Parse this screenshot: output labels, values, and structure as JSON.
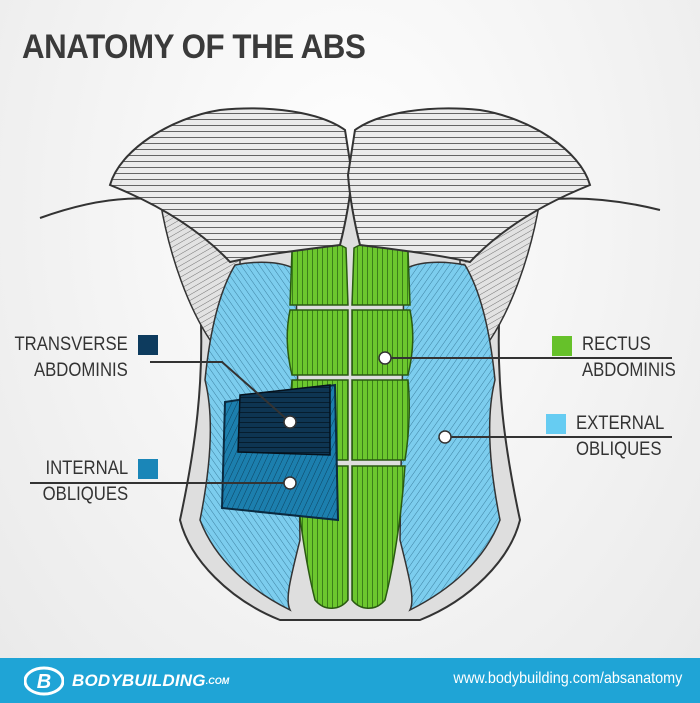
{
  "title": "ANATOMY OF THE ABS",
  "labels": {
    "transverse": {
      "line1": "TRANSVERSE",
      "line2": "ABDOMINIS",
      "color": "#0d3b5e"
    },
    "internal": {
      "line1": "INTERNAL",
      "line2": "OBLIQUES",
      "color": "#1a86b8"
    },
    "rectus": {
      "line1": "RECTUS",
      "line2": "ABDOMINIS",
      "color": "#66c12a"
    },
    "external": {
      "line1": "EXTERNAL",
      "line2": "OBLIQUES",
      "color": "#66ccf2"
    }
  },
  "footer": {
    "logo_text": "BODYBUILDING",
    "logo_suffix": ".COM",
    "url": "www.bodybuilding.com/absanatomy",
    "color": "#1fa4d6"
  },
  "colors": {
    "chest": "#e6e6e6",
    "skin": "#dcdcdc",
    "outline": "#3a3a3a"
  }
}
